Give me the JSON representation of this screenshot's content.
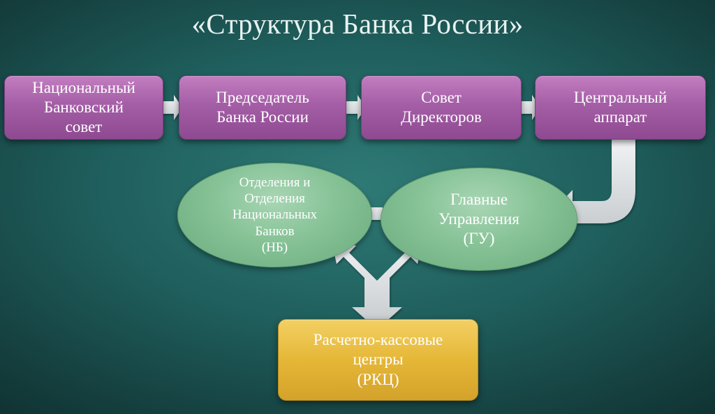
{
  "title": "«Структура Банка России»",
  "nodes": {
    "national_council": {
      "lines": [
        "Национальный",
        "Банковский",
        "совет"
      ]
    },
    "chairman": {
      "lines": [
        "Председатель",
        "Банка России"
      ]
    },
    "board_of_directors": {
      "lines": [
        "Совет",
        "Директоров"
      ]
    },
    "central_office": {
      "lines": [
        "Центральный",
        "аппарат"
      ]
    },
    "branches": {
      "lines": [
        "Отделения и",
        "Отделения",
        "Национальных",
        "Банков",
        "(НБ)"
      ]
    },
    "main_departments": {
      "lines": [
        "Главные",
        "Управления",
        "(ГУ)"
      ]
    },
    "cash_centers": {
      "lines": [
        "Расчетно-кассовые",
        "центры",
        "(РКЦ)"
      ]
    }
  },
  "colors": {
    "background": "#1f5f5d",
    "box_purple": "#a45ea6",
    "ellipse_green": "#86c296",
    "box_gold": "#e5b737",
    "arrow_gray": "#d9dcde"
  }
}
